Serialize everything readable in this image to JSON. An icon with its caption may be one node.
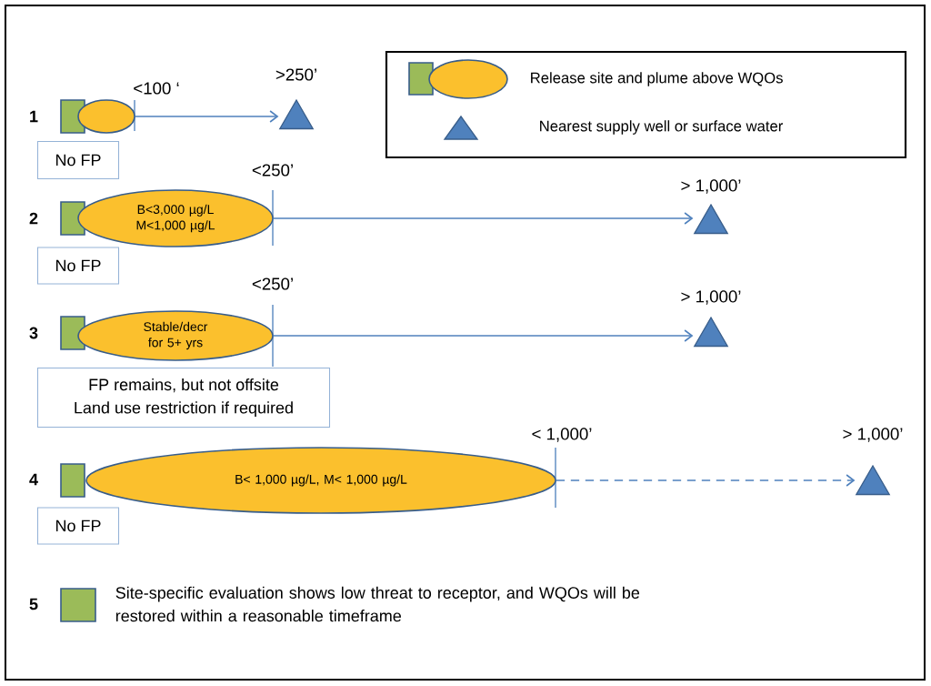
{
  "diagram": {
    "nodes": [
      {
        "text": [],
        "shape": "box"
      },
      {
        "text": [],
        "shape": "ellipse",
        "beside": [
          "<100 ‘"
        ]
      },
      {
        "text": [],
        "shape": "triangle",
        "beside": [
          ">250’"
        ]
      },
      {
        "text": [
          "No FP"
        ]
      },
      {
        "text": [],
        "shape": "box"
      },
      {
        "text": [
          "B<3,000 µg/L M<1,000 µg/L"
        ],
        "beside": [
          "<250’"
        ]
      },
      {
        "text": [],
        "shape": "triangle",
        "beside": [
          "> 1,000’"
        ]
      },
      {
        "text": [
          "No FP"
        ]
      },
      {
        "text": [],
        "shape": "box"
      },
      {
        "text": [
          "Stable/decr for 5+ yrs"
        ],
        "beside": [
          "<250’"
        ]
      },
      {
        "text": [],
        "shape": "triangle",
        "beside": [
          "> 1,000’"
        ]
      },
      {
        "text": [
          "FP remains, but not offsite",
          "Land use restriction if required"
        ]
      },
      {
        "text": [],
        "shape": "box"
      },
      {
        "text": [
          "B< 1,000 µg/L, M< 1,000 µg/L"
        ],
        "beside": [
          "< 1,000’"
        ]
      },
      {
        "text": [],
        "shape": "triangle",
        "beside": [
          "> 1,000’"
        ]
      },
      {
        "text": [
          "No FP"
        ]
      },
      {
        "text": [],
        "shape": "box"
      }
    ],
    "edges": [
      {
        "from": 1,
        "to": 2,
        "arrow": "to"
      },
      {
        "from": 5,
        "to": 6,
        "arrow": "to"
      },
      {
        "from": 9,
        "to": 10,
        "arrow": "to"
      },
      {
        "from": 13,
        "to": 14,
        "arrow": "to",
        "style": "dashed"
      }
    ],
    "labels": [
      "1",
      "2",
      "3",
      "4",
      "5",
      "Site-specific evaluation shows low threat to receptor, and WQOs will be restored within a reasonable timeframe"
    ],
    "legend": [
      {
        "text": "Release site and plume above WQOs"
      },
      {
        "text": "Nearest supply well or surface water"
      }
    ]
  }
}
